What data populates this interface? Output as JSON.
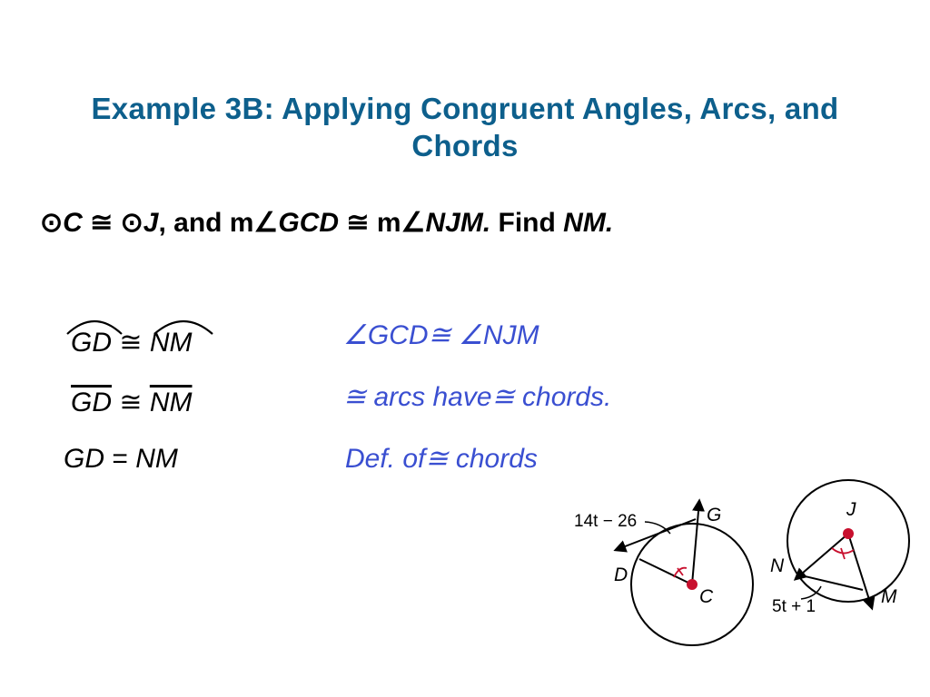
{
  "title": {
    "line1": "Example 3B: Applying Congruent Angles, Arcs, and",
    "line2": "Chords"
  },
  "given": {
    "circle_symbol": "⊙",
    "circle1": "C",
    "congruent": "≅",
    "circle2": "J",
    "and_text": ", and m",
    "angle_symbol": "∠",
    "angle1": "GCD",
    "m_text": "m",
    "angle2": "NJM.",
    "find_text": "Find",
    "find_target": "NM."
  },
  "proof": {
    "rows": [
      {
        "left_a": "GD",
        "op": "≅",
        "left_b": "NM",
        "reason": "∠GCD≅ ∠NJM"
      },
      {
        "left_a": "GD",
        "op": "≅",
        "left_b": "NM",
        "reason": "≅ arcs have≅ chords."
      },
      {
        "left_a": "GD",
        "op": "=",
        "left_b": "NM",
        "reason": "Def. of≅ chords"
      }
    ]
  },
  "figure": {
    "circle_c": {
      "center": "C",
      "point_g": "G",
      "point_d": "D",
      "arc_label": "14t − 26"
    },
    "circle_j": {
      "center": "J",
      "point_n": "N",
      "point_m": "M",
      "chord_label": "5t + 1"
    },
    "colors": {
      "center_dot": "#c8102e",
      "angle_mark": "#c8102e",
      "title": "#0d5f8c",
      "reason": "#3a4fd1"
    }
  }
}
